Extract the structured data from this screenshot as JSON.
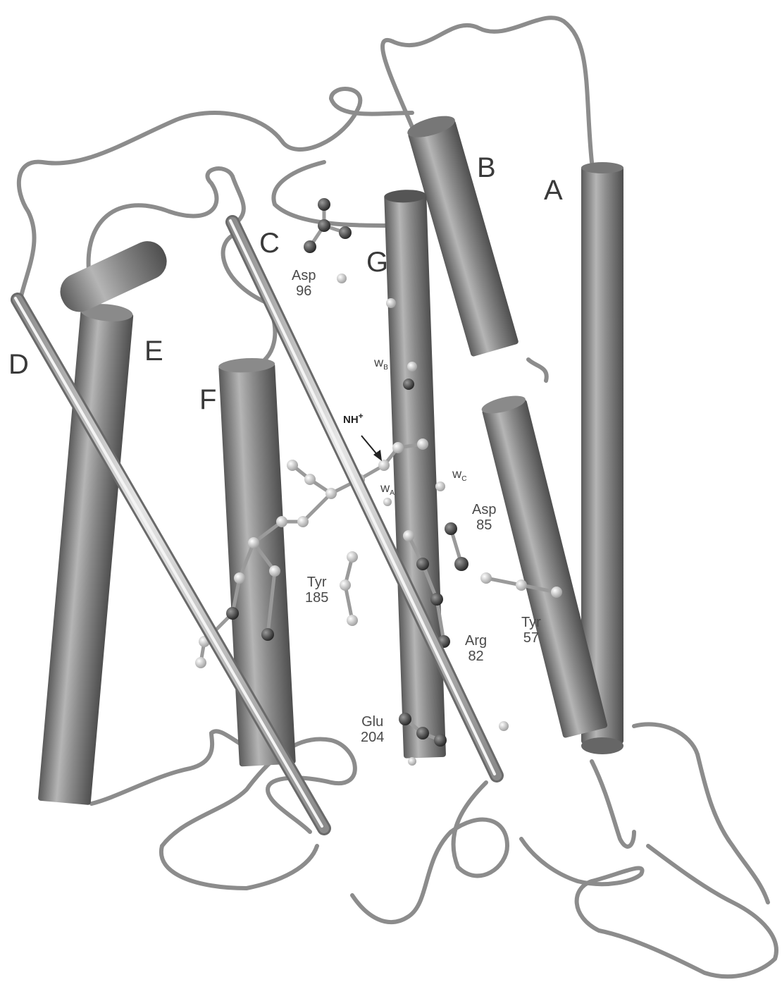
{
  "helices": [
    {
      "id": "A",
      "label": "A"
    },
    {
      "id": "B",
      "label": "B"
    },
    {
      "id": "C",
      "label": "C"
    },
    {
      "id": "D",
      "label": "D"
    },
    {
      "id": "E",
      "label": "E"
    },
    {
      "id": "F",
      "label": "F"
    },
    {
      "id": "G",
      "label": "G"
    }
  ],
  "residues": [
    {
      "name": "Asp",
      "number": "96"
    },
    {
      "name": "Asp",
      "number": "85"
    },
    {
      "name": "Tyr",
      "number": "185"
    },
    {
      "name": "Tyr",
      "number": "57"
    },
    {
      "name": "Arg",
      "number": "82"
    },
    {
      "name": "Glu",
      "number": "204"
    }
  ],
  "waters": [
    {
      "base": "W",
      "sub": "B"
    },
    {
      "base": "W",
      "sub": "C"
    },
    {
      "base": "W",
      "sub": "A"
    }
  ],
  "nh_label": {
    "text": "NH",
    "charge": "+"
  },
  "colors": {
    "helix_dark": "#6f6f6f",
    "helix_light": "#a8a8a8",
    "loop": "#8c8c8c",
    "atom_dark": "#3a3a3a",
    "atom_light": "#cfcfcf"
  }
}
